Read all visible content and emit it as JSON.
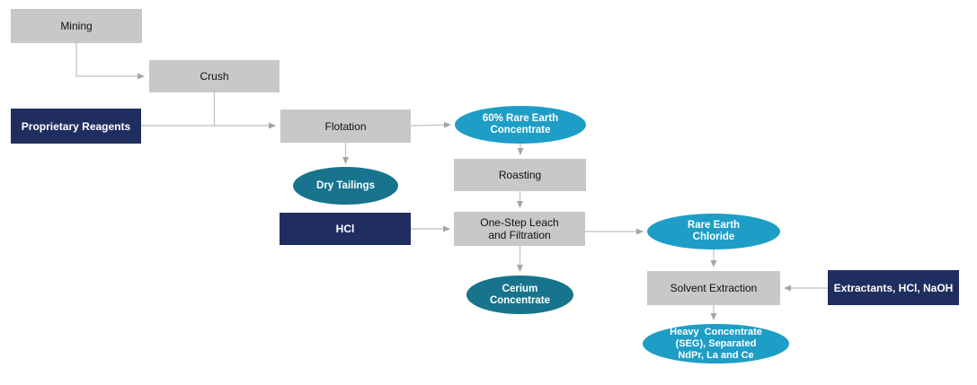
{
  "diagram": {
    "colors": {
      "process_box": "#C8C8C8",
      "reagent_box": "#202E5F",
      "product_ellipse": "#1E9EC7",
      "byproduct_ellipse": "#17748C",
      "arrow": "#BFBFBF",
      "background": "#FFFFFF"
    },
    "nodes": {
      "mining": {
        "label": "Mining",
        "type": "process"
      },
      "crush": {
        "label": "Crush",
        "type": "process"
      },
      "proprietary_reagents": {
        "label": "Proprietary Reagents",
        "type": "reagent"
      },
      "flotation": {
        "label": "Flotation",
        "type": "process"
      },
      "rare_earth_concentrate": {
        "label": "60% Rare Earth\nConcentrate",
        "type": "product"
      },
      "dry_tailings": {
        "label": "Dry Tailings",
        "type": "byproduct"
      },
      "roasting": {
        "label": "Roasting",
        "type": "process"
      },
      "hcl": {
        "label": "HCl",
        "type": "reagent"
      },
      "leach": {
        "label": "One-Step Leach\nand Filtration",
        "type": "process"
      },
      "cerium_concentrate": {
        "label": "Cerium\nConcentrate",
        "type": "byproduct"
      },
      "rare_earth_chloride": {
        "label": "Rare Earth\nChloride",
        "type": "product"
      },
      "solvent_extraction": {
        "label": "Solvent Extraction",
        "type": "process"
      },
      "extractants": {
        "label": "Extractants, HCl, NaOH",
        "type": "reagent"
      },
      "heavy_concentrate": {
        "label": "Heavy  Concentrate\n(SEG), Separated\nNdPr, La and Ce",
        "type": "product"
      }
    },
    "edges": [
      {
        "from": "Mining",
        "to": "Crush"
      },
      {
        "from": "Crush",
        "to": "Flotation"
      },
      {
        "from": "Proprietary Reagents",
        "to": "Flotation"
      },
      {
        "from": "Flotation",
        "to": "60% Rare Earth Concentrate"
      },
      {
        "from": "Flotation",
        "to": "Dry Tailings"
      },
      {
        "from": "60% Rare Earth Concentrate",
        "to": "Roasting"
      },
      {
        "from": "Roasting",
        "to": "One-Step Leach and Filtration"
      },
      {
        "from": "HCl",
        "to": "One-Step Leach and Filtration"
      },
      {
        "from": "One-Step Leach and Filtration",
        "to": "Cerium Concentrate"
      },
      {
        "from": "One-Step Leach and Filtration",
        "to": "Rare Earth Chloride"
      },
      {
        "from": "Rare Earth Chloride",
        "to": "Solvent Extraction"
      },
      {
        "from": "Extractants, HCl, NaOH",
        "to": "Solvent Extraction"
      },
      {
        "from": "Solvent Extraction",
        "to": "Heavy Concentrate (SEG), Separated NdPr, La and Ce"
      }
    ]
  }
}
